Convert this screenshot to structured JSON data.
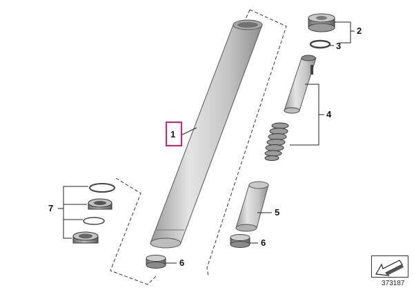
{
  "diagram": {
    "callouts": {
      "c1": "1",
      "c2": "2",
      "c3": "3",
      "c4": "4",
      "c5": "5",
      "c6a": "6",
      "c6b": "6",
      "c7": "7"
    },
    "highlighted_callout": "1",
    "figure_number": "373187",
    "colors": {
      "highlight": "#e0197d",
      "part_light": "#d6d6d6",
      "part_dark": "#8a8a8a",
      "line": "#222222"
    },
    "icons": [
      "fork-tube",
      "damper-rod",
      "spring",
      "seal-kit",
      "bushing",
      "cap",
      "o-ring",
      "navigation-arrow"
    ]
  }
}
